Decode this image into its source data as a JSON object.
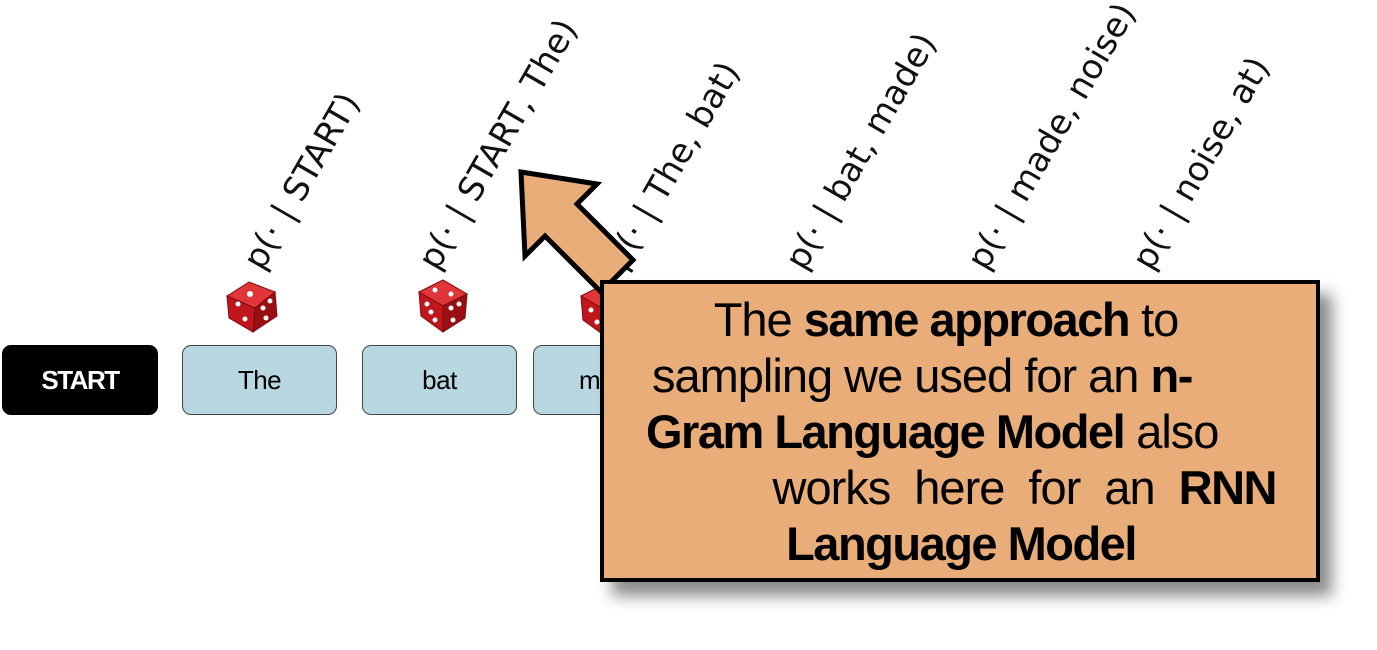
{
  "tokens": [
    "START",
    "The",
    "bat",
    "made"
  ],
  "probabilities": [
    "p(· | START)",
    "p(· | START, The)",
    "p(· | The, bat)",
    "p(· | bat, made)",
    "p(· | made, noise)",
    "p(· | noise, at)"
  ],
  "icons": {
    "die": "die-icon",
    "arrow": "arrow-up-left-icon"
  },
  "colors": {
    "token_fill": "#b8d7e1",
    "start_fill": "#000000",
    "callout_fill": "#e8ad78",
    "die_red": "#c0161c"
  },
  "callout": {
    "line1_a": "The ",
    "line1_b": "same approach",
    "line1_c": " to",
    "line2_a": "sampling we used for an ",
    "line2_b": "n-",
    "line3_a": "Gram Language Model",
    "line3_b": " also",
    "line4_a": "works here for an ",
    "line4_b": "RNN",
    "line5": "Language Model"
  }
}
